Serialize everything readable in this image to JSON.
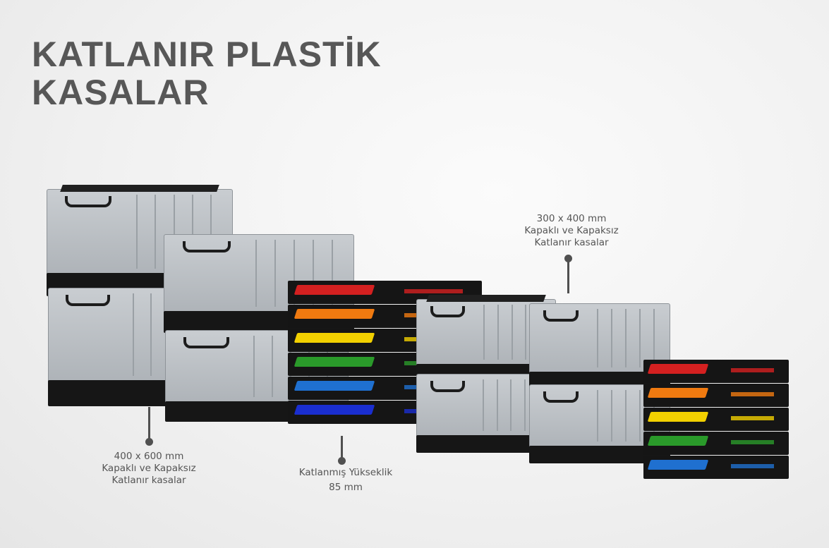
{
  "title": {
    "line1": "KATLANIR PLASTİK",
    "line2": "KASALAR"
  },
  "annotations": [
    {
      "line1": "400 x 600 mm",
      "line2": "Kapaklı ve Kapaksız",
      "line3": "Katlanır kasalar"
    },
    {
      "line1": "Katlanmış Yükseklik",
      "line2": "85 mm"
    },
    {
      "line1": "300 x 400 mm",
      "line2": "Kapaklı ve Kapaksız",
      "line3": "Katlanır kasalar"
    }
  ],
  "colors": {
    "title": "#575757",
    "crate_grey": "#b8bcc0",
    "crate_base": "#161616",
    "folded_layers": [
      "#d42020",
      "#f07a10",
      "#f2d000",
      "#2a9a2a",
      "#1f70d0",
      "#1a2ed0"
    ]
  }
}
